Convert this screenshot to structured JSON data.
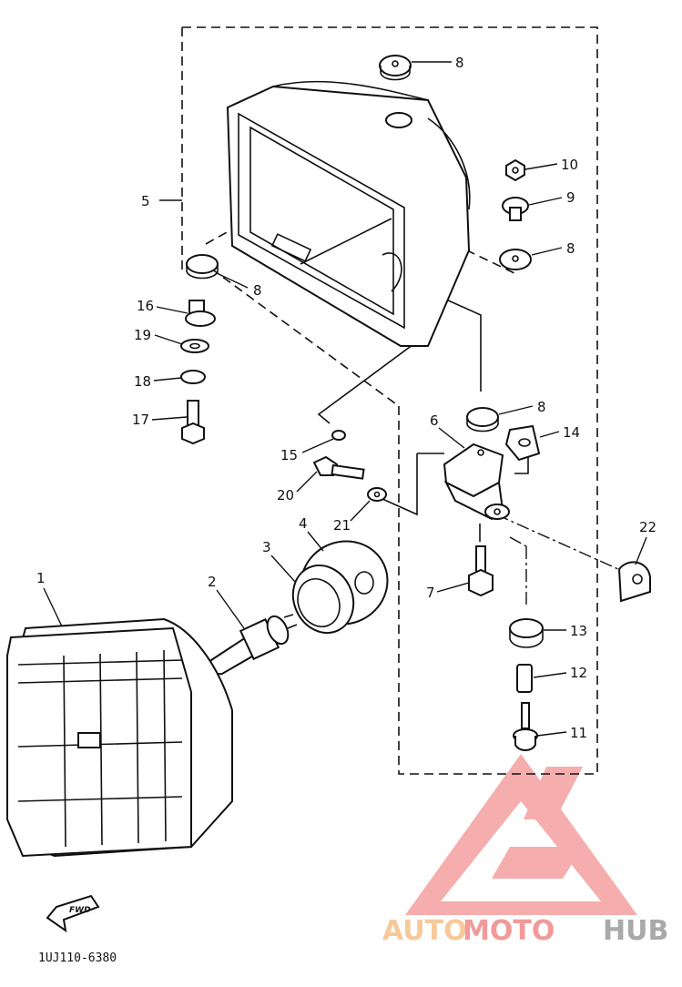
{
  "diagram": {
    "code": "1UJ110-6380",
    "fwd_label": "FWD",
    "parts": [
      {
        "id": "p1",
        "label": "1"
      },
      {
        "id": "p2",
        "label": "2"
      },
      {
        "id": "p3",
        "label": "3"
      },
      {
        "id": "p4",
        "label": "4"
      },
      {
        "id": "p5",
        "label": "5"
      },
      {
        "id": "p6",
        "label": "6"
      },
      {
        "id": "p7",
        "label": "7"
      },
      {
        "id": "p8a",
        "label": "8"
      },
      {
        "id": "p8b",
        "label": "8"
      },
      {
        "id": "p8c",
        "label": "8"
      },
      {
        "id": "p8d",
        "label": "8"
      },
      {
        "id": "p9",
        "label": "9"
      },
      {
        "id": "p10",
        "label": "10"
      },
      {
        "id": "p11",
        "label": "11"
      },
      {
        "id": "p12",
        "label": "12"
      },
      {
        "id": "p13",
        "label": "13"
      },
      {
        "id": "p14",
        "label": "14"
      },
      {
        "id": "p15",
        "label": "15"
      },
      {
        "id": "p16",
        "label": "16"
      },
      {
        "id": "p17",
        "label": "17"
      },
      {
        "id": "p18",
        "label": "18"
      },
      {
        "id": "p19",
        "label": "19"
      },
      {
        "id": "p20",
        "label": "20"
      },
      {
        "id": "p21",
        "label": "21"
      },
      {
        "id": "p22",
        "label": "22"
      }
    ]
  },
  "watermark": {
    "part1": "AUTO",
    "part2": "MOTO",
    "part3": "HUB",
    "color1": "#f7c99a",
    "color2": "#f29a9a",
    "color3": "#a9a9a9"
  }
}
